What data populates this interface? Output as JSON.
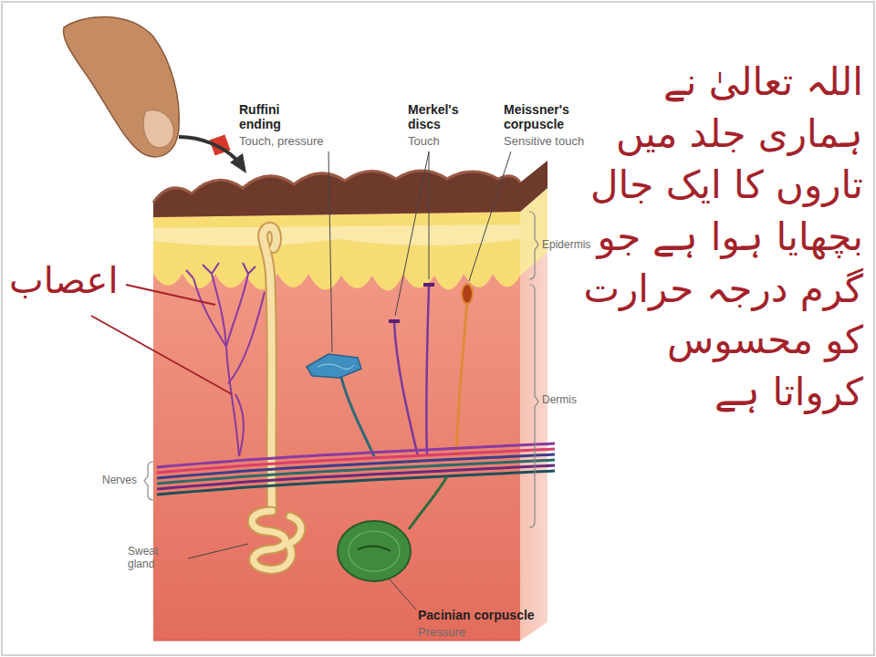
{
  "diagram": {
    "labels": [
      "Ruffini ending",
      "Touch, pressure",
      "Merkel's discs",
      "Touch",
      "Meissner's corpuscle",
      "Sensitive touch",
      "اللہ تعالیٰ نے ہماری جلد میں تاروں کا ایک جال بچھایا ہوا ہے جو گرم درجہ حرارت کو محسوس کرواتا ہے",
      "اعصاب",
      "Epidermis",
      "Dermis",
      "Nerves",
      "Sweat gland",
      "Pacinian corpuscle",
      "Pressure"
    ]
  }
}
